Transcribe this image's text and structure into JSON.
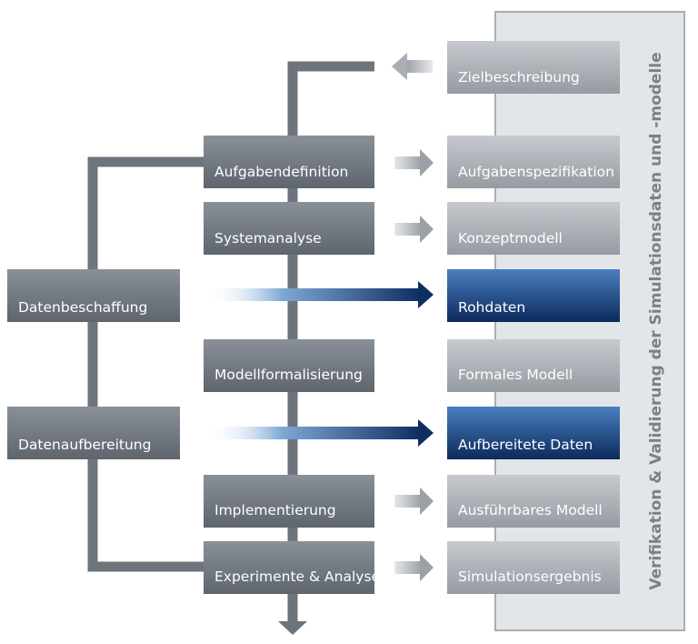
{
  "side_label": "Verifikation & Validierung der Simulationsdaten und -modelle",
  "process_steps": [
    {
      "id": "aufgabendefinition",
      "label": "Aufgabendefinition"
    },
    {
      "id": "systemanalyse",
      "label": "Systemanalyse"
    },
    {
      "id": "modellformalisierung",
      "label": "Modellformalisierung"
    },
    {
      "id": "implementierung",
      "label": "Implementierung"
    },
    {
      "id": "experimente",
      "label": "Experimente & Analyse"
    }
  ],
  "data_steps": [
    {
      "id": "datenbeschaffung",
      "label": "Datenbeschaffung"
    },
    {
      "id": "datenaufbereitung",
      "label": "Datenaufbereitung"
    }
  ],
  "results": [
    {
      "id": "zielbeschreibung",
      "label": "Zielbeschreibung",
      "highlight": false
    },
    {
      "id": "aufgabenspezifikation",
      "label": "Aufgabenspezifikation",
      "highlight": false
    },
    {
      "id": "konzeptmodell",
      "label": "Konzeptmodell",
      "highlight": false
    },
    {
      "id": "rohdaten",
      "label": "Rohdaten",
      "highlight": true
    },
    {
      "id": "formales-modell",
      "label": "Formales Modell",
      "highlight": false
    },
    {
      "id": "aufbereitete-daten",
      "label": "Aufbereitete Daten",
      "highlight": true
    },
    {
      "id": "ausfuehrbares-modell",
      "label": "Ausführbares Modell",
      "highlight": false
    },
    {
      "id": "simulationsergebnis",
      "label": "Simulationsergebnis",
      "highlight": false
    }
  ],
  "colors": {
    "dark_box": "#6c737b",
    "light_box": "#a9aeb4",
    "highlight_box": "#12346a",
    "connector": "#6d747c",
    "panel": "#e3e6e9",
    "panel_border": "#a7adb3"
  }
}
